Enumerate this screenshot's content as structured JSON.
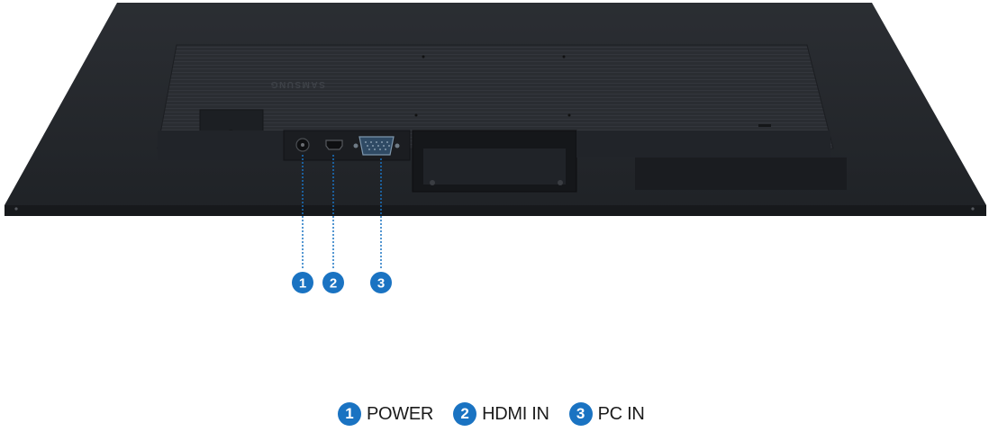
{
  "product": {
    "brand_mark": "SAMSUNG"
  },
  "ports": [
    {
      "number": "1",
      "label": "POWER"
    },
    {
      "number": "2",
      "label": "HDMI IN"
    },
    {
      "number": "3",
      "label": "PC IN"
    }
  ],
  "colors": {
    "badge": "#1a73c2",
    "callout_line": "#1a73c2",
    "monitor_body": "#26292e"
  }
}
